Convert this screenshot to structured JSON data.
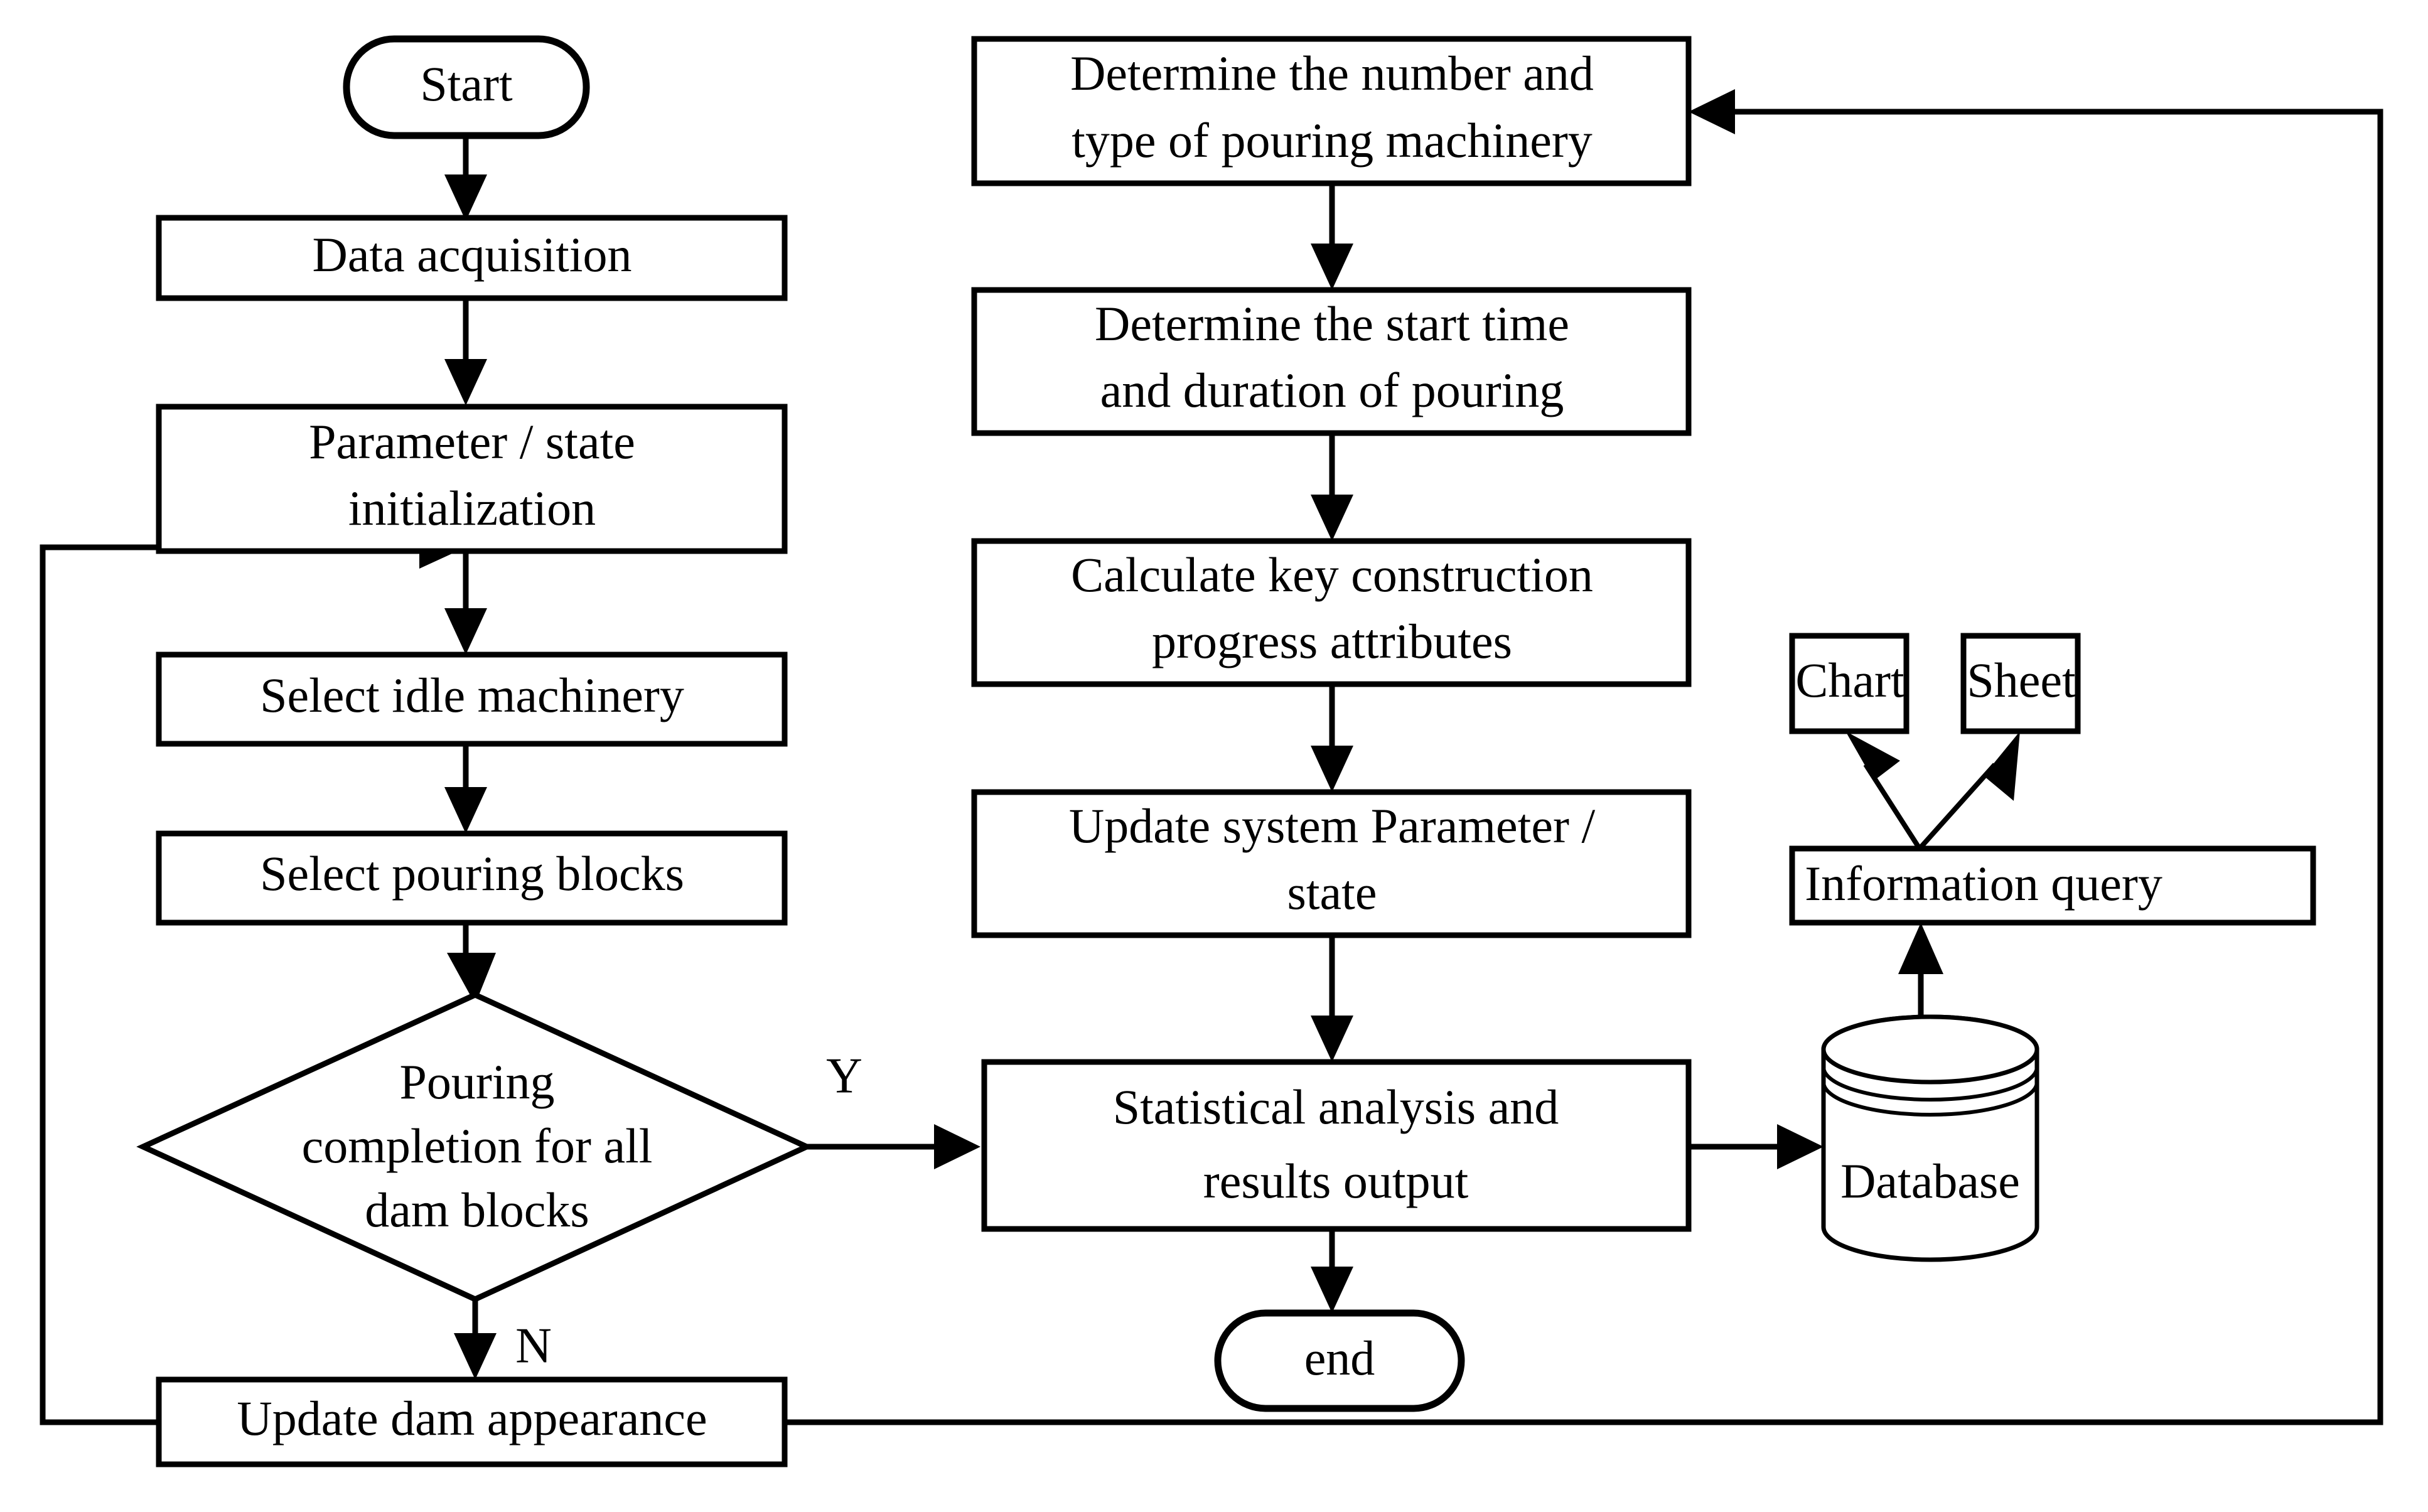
{
  "diagram": {
    "title": "Dam concrete pouring construction simulation flowchart",
    "colors": {
      "stroke": "#000000",
      "fill": "#ffffff",
      "text": "#000000"
    },
    "nodes": {
      "start": {
        "label": "Start",
        "shape": "terminator"
      },
      "data_acquisition": {
        "label": "Data acquisition",
        "shape": "process"
      },
      "param_init_line1": {
        "label": "Parameter / state",
        "shape": "process"
      },
      "param_init_line2": {
        "label": "initialization",
        "shape": "process"
      },
      "select_idle_machinery": {
        "label": "Select idle machinery",
        "shape": "process"
      },
      "select_pouring_blocks": {
        "label": "Select pouring blocks",
        "shape": "process"
      },
      "decision_line1": {
        "label": "Pouring",
        "shape": "decision"
      },
      "decision_line2": {
        "label": "completion for all",
        "shape": "decision"
      },
      "decision_line3": {
        "label": "dam blocks",
        "shape": "decision"
      },
      "update_dam_appearance": {
        "label": "Update dam appearance",
        "shape": "process"
      },
      "determine_machinery_line1": {
        "label": "Determine the number and",
        "shape": "process"
      },
      "determine_machinery_line2": {
        "label": "type of pouring machinery",
        "shape": "process"
      },
      "determine_time_line1": {
        "label": "Determine the start time",
        "shape": "process"
      },
      "determine_time_line2": {
        "label": "and duration of pouring",
        "shape": "process"
      },
      "calculate_progress_line1": {
        "label": "Calculate key construction",
        "shape": "process"
      },
      "calculate_progress_line2": {
        "label": "progress attributes",
        "shape": "process"
      },
      "update_system_line1": {
        "label": "Update system Parameter /",
        "shape": "process"
      },
      "update_system_line2": {
        "label": "state",
        "shape": "process"
      },
      "statistical_analysis_line1": {
        "label": "Statistical analysis and",
        "shape": "process"
      },
      "statistical_analysis_line2": {
        "label": "results output",
        "shape": "process"
      },
      "end": {
        "label": "end",
        "shape": "terminator"
      },
      "chart": {
        "label": "Chart",
        "shape": "process"
      },
      "sheet": {
        "label": "Sheet",
        "shape": "process"
      },
      "information_query": {
        "label": "Information query",
        "shape": "process"
      },
      "database": {
        "label": "Database",
        "shape": "cylinder"
      }
    },
    "edge_labels": {
      "yes": "Y",
      "no": "N"
    },
    "edges": [
      {
        "from": "start",
        "to": "data_acquisition",
        "label": ""
      },
      {
        "from": "data_acquisition",
        "to": "param_init",
        "label": ""
      },
      {
        "from": "param_init",
        "to": "select_idle_machinery",
        "label": ""
      },
      {
        "from": "select_idle_machinery",
        "to": "select_pouring_blocks",
        "label": ""
      },
      {
        "from": "select_pouring_blocks",
        "to": "decision",
        "label": ""
      },
      {
        "from": "decision",
        "to": "statistical_analysis",
        "label": "Y"
      },
      {
        "from": "decision",
        "to": "update_dam_appearance",
        "label": "N"
      },
      {
        "from": "update_dam_appearance",
        "to": "select_idle_machinery",
        "label": ""
      },
      {
        "from": "update_dam_appearance",
        "to": "determine_machinery",
        "label": ""
      },
      {
        "from": "determine_machinery",
        "to": "determine_time",
        "label": ""
      },
      {
        "from": "determine_time",
        "to": "calculate_progress",
        "label": ""
      },
      {
        "from": "calculate_progress",
        "to": "update_system",
        "label": ""
      },
      {
        "from": "update_system",
        "to": "statistical_analysis",
        "label": ""
      },
      {
        "from": "statistical_analysis",
        "to": "end",
        "label": ""
      },
      {
        "from": "statistical_analysis",
        "to": "database",
        "label": ""
      },
      {
        "from": "database",
        "to": "information_query",
        "label": ""
      },
      {
        "from": "information_query",
        "to": "chart",
        "label": ""
      },
      {
        "from": "information_query",
        "to": "sheet",
        "label": ""
      }
    ]
  }
}
